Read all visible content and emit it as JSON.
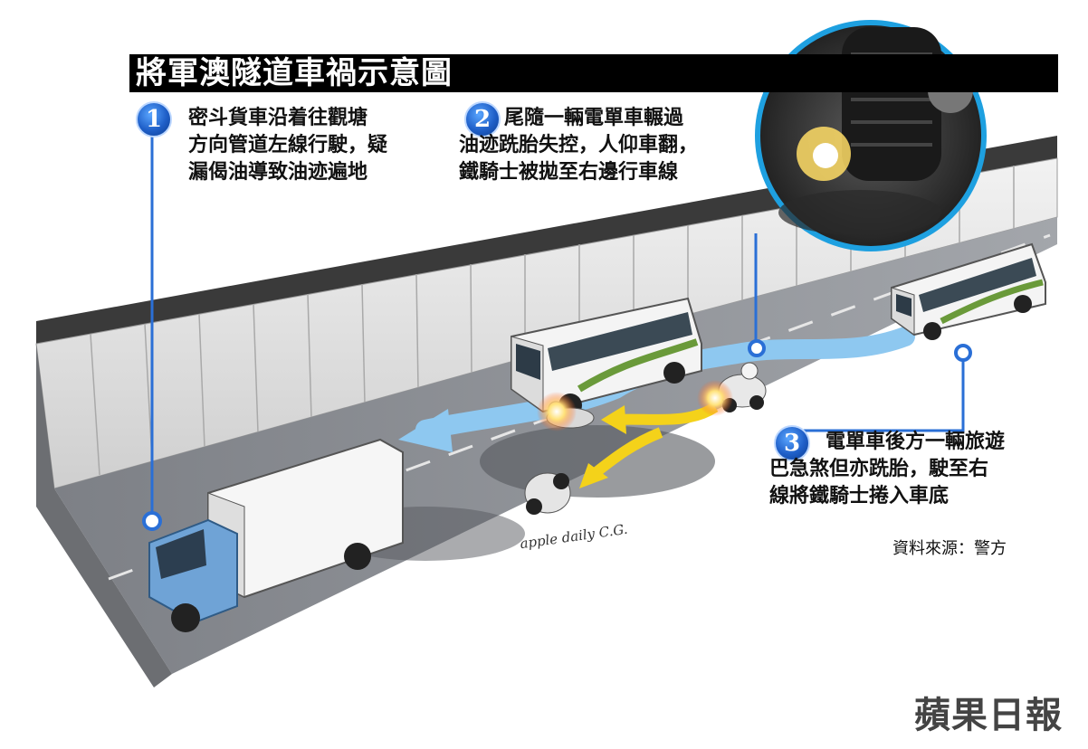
{
  "title": "將軍澳隧道車禍示意圖",
  "steps": [
    {
      "number": "1",
      "lines": [
        "密斗貨車沿着往觀塘",
        "方向管道左線行駛，疑",
        "漏偈油導致油迹遍地"
      ]
    },
    {
      "number": "2",
      "lines": [
        "尾隨一輛電單車輾過",
        "油迹跣胎失控，人仰車翻，",
        "鐵騎士被拋至右邊行車線"
      ]
    },
    {
      "number": "3",
      "lines": [
        "電單車後方一輛旅遊",
        "巴急煞但亦跣胎，駛至右",
        "線將鐵騎士捲入車底"
      ]
    }
  ],
  "source_note": "資料來源：警方",
  "signature": "apple daily C.G.",
  "brand": "蘋果日報",
  "colors": {
    "title_bg": "#000000",
    "badge": "#1f5fc8",
    "path_arrow": "#8ec8f0",
    "motion_arrow": "#f4d21a",
    "leader_line": "#2a6fd6"
  }
}
